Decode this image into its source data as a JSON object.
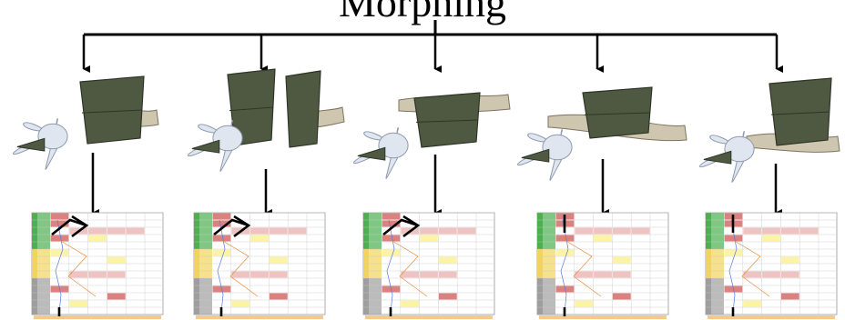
{
  "title": "Morphing",
  "colors": {
    "arrow": "#000000",
    "hull": "#4f5942",
    "hull_dark": "#2e3527",
    "propeller": "#dfe6f0",
    "propeller_edge": "#8e99ad",
    "fin": "#cfc6b0",
    "fin_edge": "#7d7360",
    "table_green": "#4caf50",
    "table_yellow": "#f2d45c",
    "table_gray": "#9e9e9e",
    "table_red": "#d9827f",
    "table_pink": "#efc3c1",
    "table_lightyellow": "#fbf3a6"
  },
  "variants": [
    {
      "id": "variant-1",
      "hull": "single",
      "marker": "check"
    },
    {
      "id": "variant-2",
      "hull": "double",
      "marker": "check"
    },
    {
      "id": "variant-3",
      "hull": "stepped",
      "marker": "check"
    },
    {
      "id": "variant-4",
      "hull": "long-fin",
      "marker": "bar"
    },
    {
      "id": "variant-5",
      "hull": "wide",
      "marker": "bar"
    }
  ]
}
